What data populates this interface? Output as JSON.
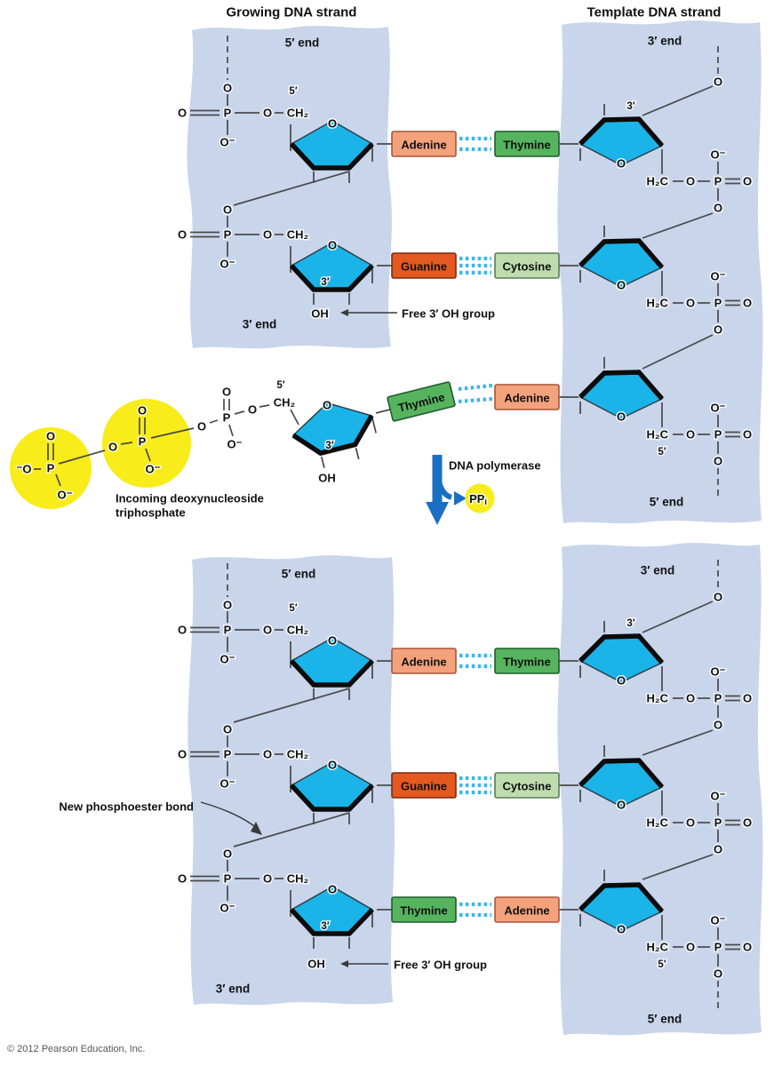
{
  "header": {
    "growing": "Growing DNA strand",
    "template": "Template DNA strand"
  },
  "labels": {
    "five_end": "5′ end",
    "three_end": "3′ end",
    "five_prime": "5′",
    "three_prime": "3′",
    "oh": "OH",
    "free_oh": "Free 3′ OH group",
    "incoming_1": "Incoming deoxynucleoside",
    "incoming_2": "triphosphate",
    "dna_polymerase": "DNA polymerase",
    "pp": "PP",
    "pp_sub": "i",
    "new_bond": "New phosphoester bond",
    "copyright": "© 2012 Pearson Education, Inc."
  },
  "atoms": {
    "o": "O",
    "p": "P",
    "o_minus": "O⁻",
    "neg_o": "⁻O",
    "ch2": "CH₂",
    "h2c": "H₂C"
  },
  "bases": {
    "adenine": "Adenine",
    "thymine": "Thymine",
    "guanine": "Guanine",
    "cytosine": "Cytosine"
  },
  "colors": {
    "strand_band": "#c9d5eb",
    "sugar": "#1ab4e8",
    "adenine_box": "#f3a27c",
    "thymine_box": "#56b45f",
    "guanine_box": "#e4591f",
    "cytosine_box": "#bedcae",
    "hydrogen_bond": "#3ab7ea",
    "phosphate_highlight": "#f8ec1a",
    "polymerase_arrow": "#1a6fc4"
  }
}
